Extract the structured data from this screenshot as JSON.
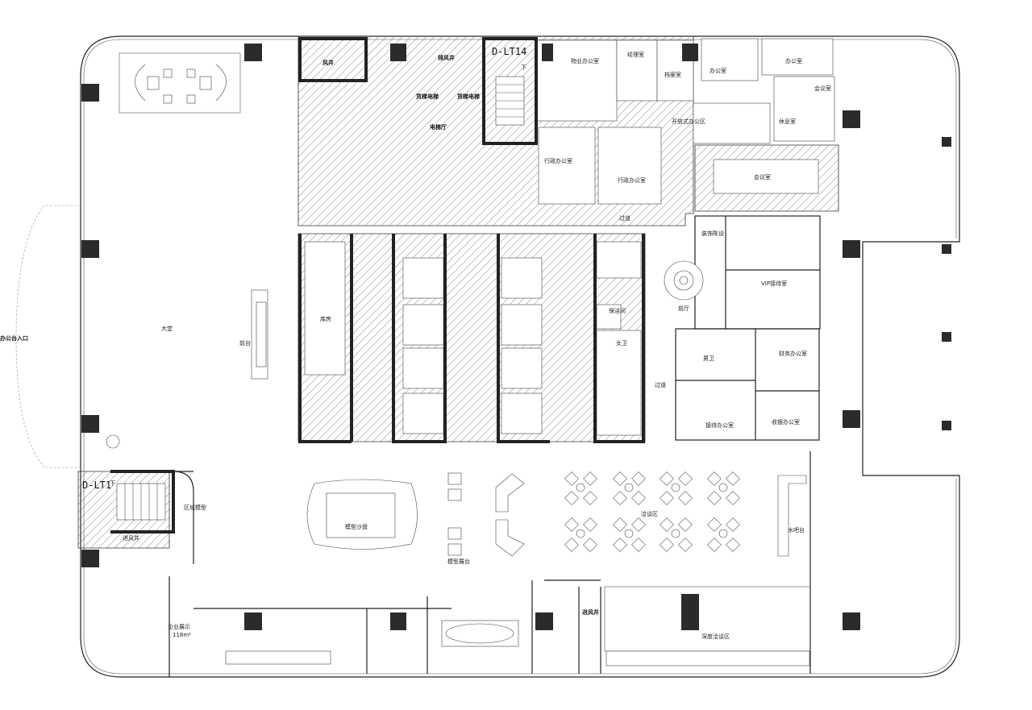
{
  "labels": {
    "entrance": "办公台入口",
    "lobby": "大堂",
    "reception_desk": "前台",
    "air_shaft": "风井",
    "exhaust_shaft": "排风井",
    "freight_elevator_1": "货梯电梯",
    "freight_elevator_2": "货梯电梯",
    "stair_code_top": "D-LT14",
    "stair_down_top": "下",
    "elevator_hall": "电梯厅",
    "property_office": "物业办公室",
    "manager_room": "经理室",
    "archive_room": "档案室",
    "office_1": "办公室",
    "office_2": "办公室",
    "open_office": "开放式办公区",
    "meeting_room_small": "会议室",
    "rest_room": "休息室",
    "sales_office_1": "行政办公室",
    "sales_office_2": "行政办公室",
    "conference_room": "会议室",
    "corridor_1": "过道",
    "corridor_2": "过道",
    "warehouse": "库房",
    "cleaning_room": "保洁间",
    "female_wc": "女卫",
    "male_wc": "男卫",
    "finance_office": "财务办公室",
    "reception_office": "接待办公室",
    "cashier_office": "收银办公室",
    "vip_room": "VIP接待室",
    "front_hall": "前厅",
    "decoration": "装饰陈设",
    "stair_code_bottom": "D-LT1",
    "stair_down_bottom": "下",
    "area_model": "区域模型",
    "air_intake_1": "进风井",
    "sand_table": "模型沙盘",
    "model_display": "模型展台",
    "negotiation_area": "洽谈区",
    "water_bar": "水吧台",
    "air_intake_2": "进风井",
    "deep_negotiation": "深度洽谈区",
    "corporate_display": "企业展示",
    "corporate_area": "118m²"
  },
  "colors": {
    "wall": "#222222",
    "column": "#2b2b2b",
    "hatch": "#555555",
    "background": "#ffffff"
  }
}
